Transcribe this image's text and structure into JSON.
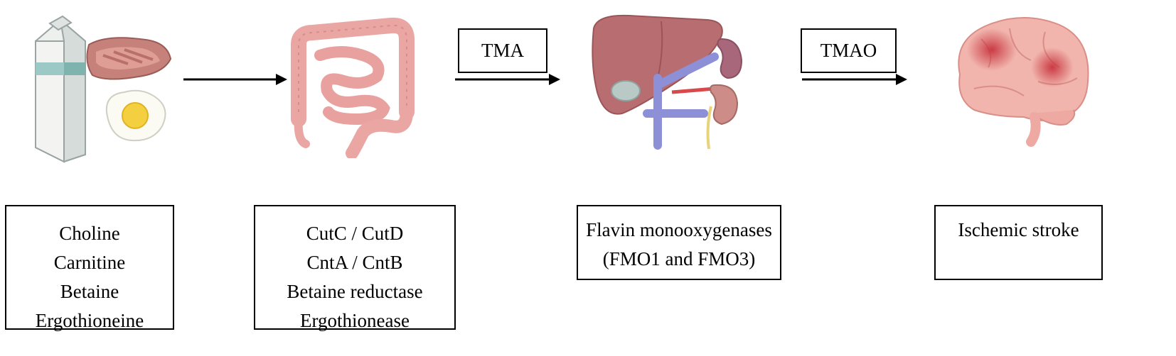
{
  "flow": {
    "arrow_labels": {
      "tma": "TMA",
      "tmao": "TMAO"
    },
    "boxes": {
      "dietary_precursors": [
        "Choline",
        "Carnitine",
        "Betaine",
        "Ergothioneine"
      ],
      "gut_enzymes": [
        "CutC / CutD",
        "CntA / CntB",
        "Betaine reductase",
        "Ergothionease"
      ],
      "liver_enzymes": [
        "Flavin monooxygenases",
        "(FMO1 and FMO3)"
      ],
      "outcome": [
        "Ischemic stroke"
      ]
    }
  },
  "colors": {
    "line": "#000000",
    "intestine": "#e9a6a3",
    "liver": "#b86d70",
    "kidney": "#cd8c87",
    "brain": "#f1b5ad",
    "brain_lesion": "#c8353f",
    "vessel": "#8d90d6"
  }
}
